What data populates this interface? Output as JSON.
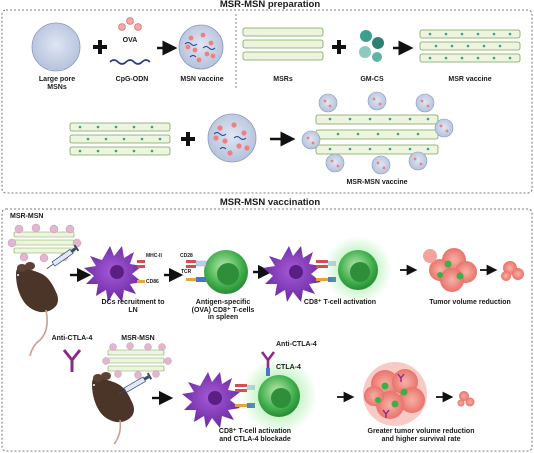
{
  "sections": {
    "prep_title": "MSR-MSN preparation",
    "vacc_title": "MSR-MSN vaccination"
  },
  "prep": {
    "large_pore_msns": "Large pore\nMSNs",
    "ova": "OVA",
    "cpg_odn": "CpG-ODN",
    "msn_vaccine": "MSN vaccine",
    "msrs": "MSRs",
    "gm_cs": "GM-CS",
    "msr_vaccine": "MSR vaccine",
    "msr_msn_vaccine": "MSR-MSN vaccine"
  },
  "vacc": {
    "msr_msn_1": "MSR-MSN",
    "mhc_ii": "MHC-II",
    "cd86": "CD86",
    "cd28": "CD28",
    "tcr": "TCR",
    "dcs_recruitment": "DCs recruitment to\nLN",
    "antigen_specific": "Antigen-specific\n(OVA) CD8⁺ T-cells\nin spleen",
    "cd8_activation": "CD8⁺ T-cell activation",
    "tumor_reduction": "Tumor volume reduction",
    "anti_ctla4_left": "Anti-CTLA-4",
    "msr_msn_2": "MSR-MSN",
    "anti_ctla4_right": "Anti-CTLA-4",
    "ctla4": "CTLA-4",
    "cd8_activation_blockade": "CD8⁺ T-cell activation\nand CTLA-4 blockade",
    "greater_reduction": "Greater tumor volume reduction\nand higher survival rate"
  },
  "colors": {
    "box_border": "#555555",
    "nanoparticle": "#c7d4ea",
    "rod_fill": "#eef5de",
    "rod_stroke": "#7aa35a",
    "gmcs": "#3d9e8f",
    "dc_cell": "#8a3fc2",
    "t_cell": "#3fae4a",
    "tumor": "#f07c7c",
    "antibody": "#8a2b86"
  },
  "icons": [
    "mouse-icon",
    "syringe-icon",
    "antibody-icon",
    "dendritic-cell-icon",
    "t-cell-icon",
    "tumor-icon"
  ]
}
